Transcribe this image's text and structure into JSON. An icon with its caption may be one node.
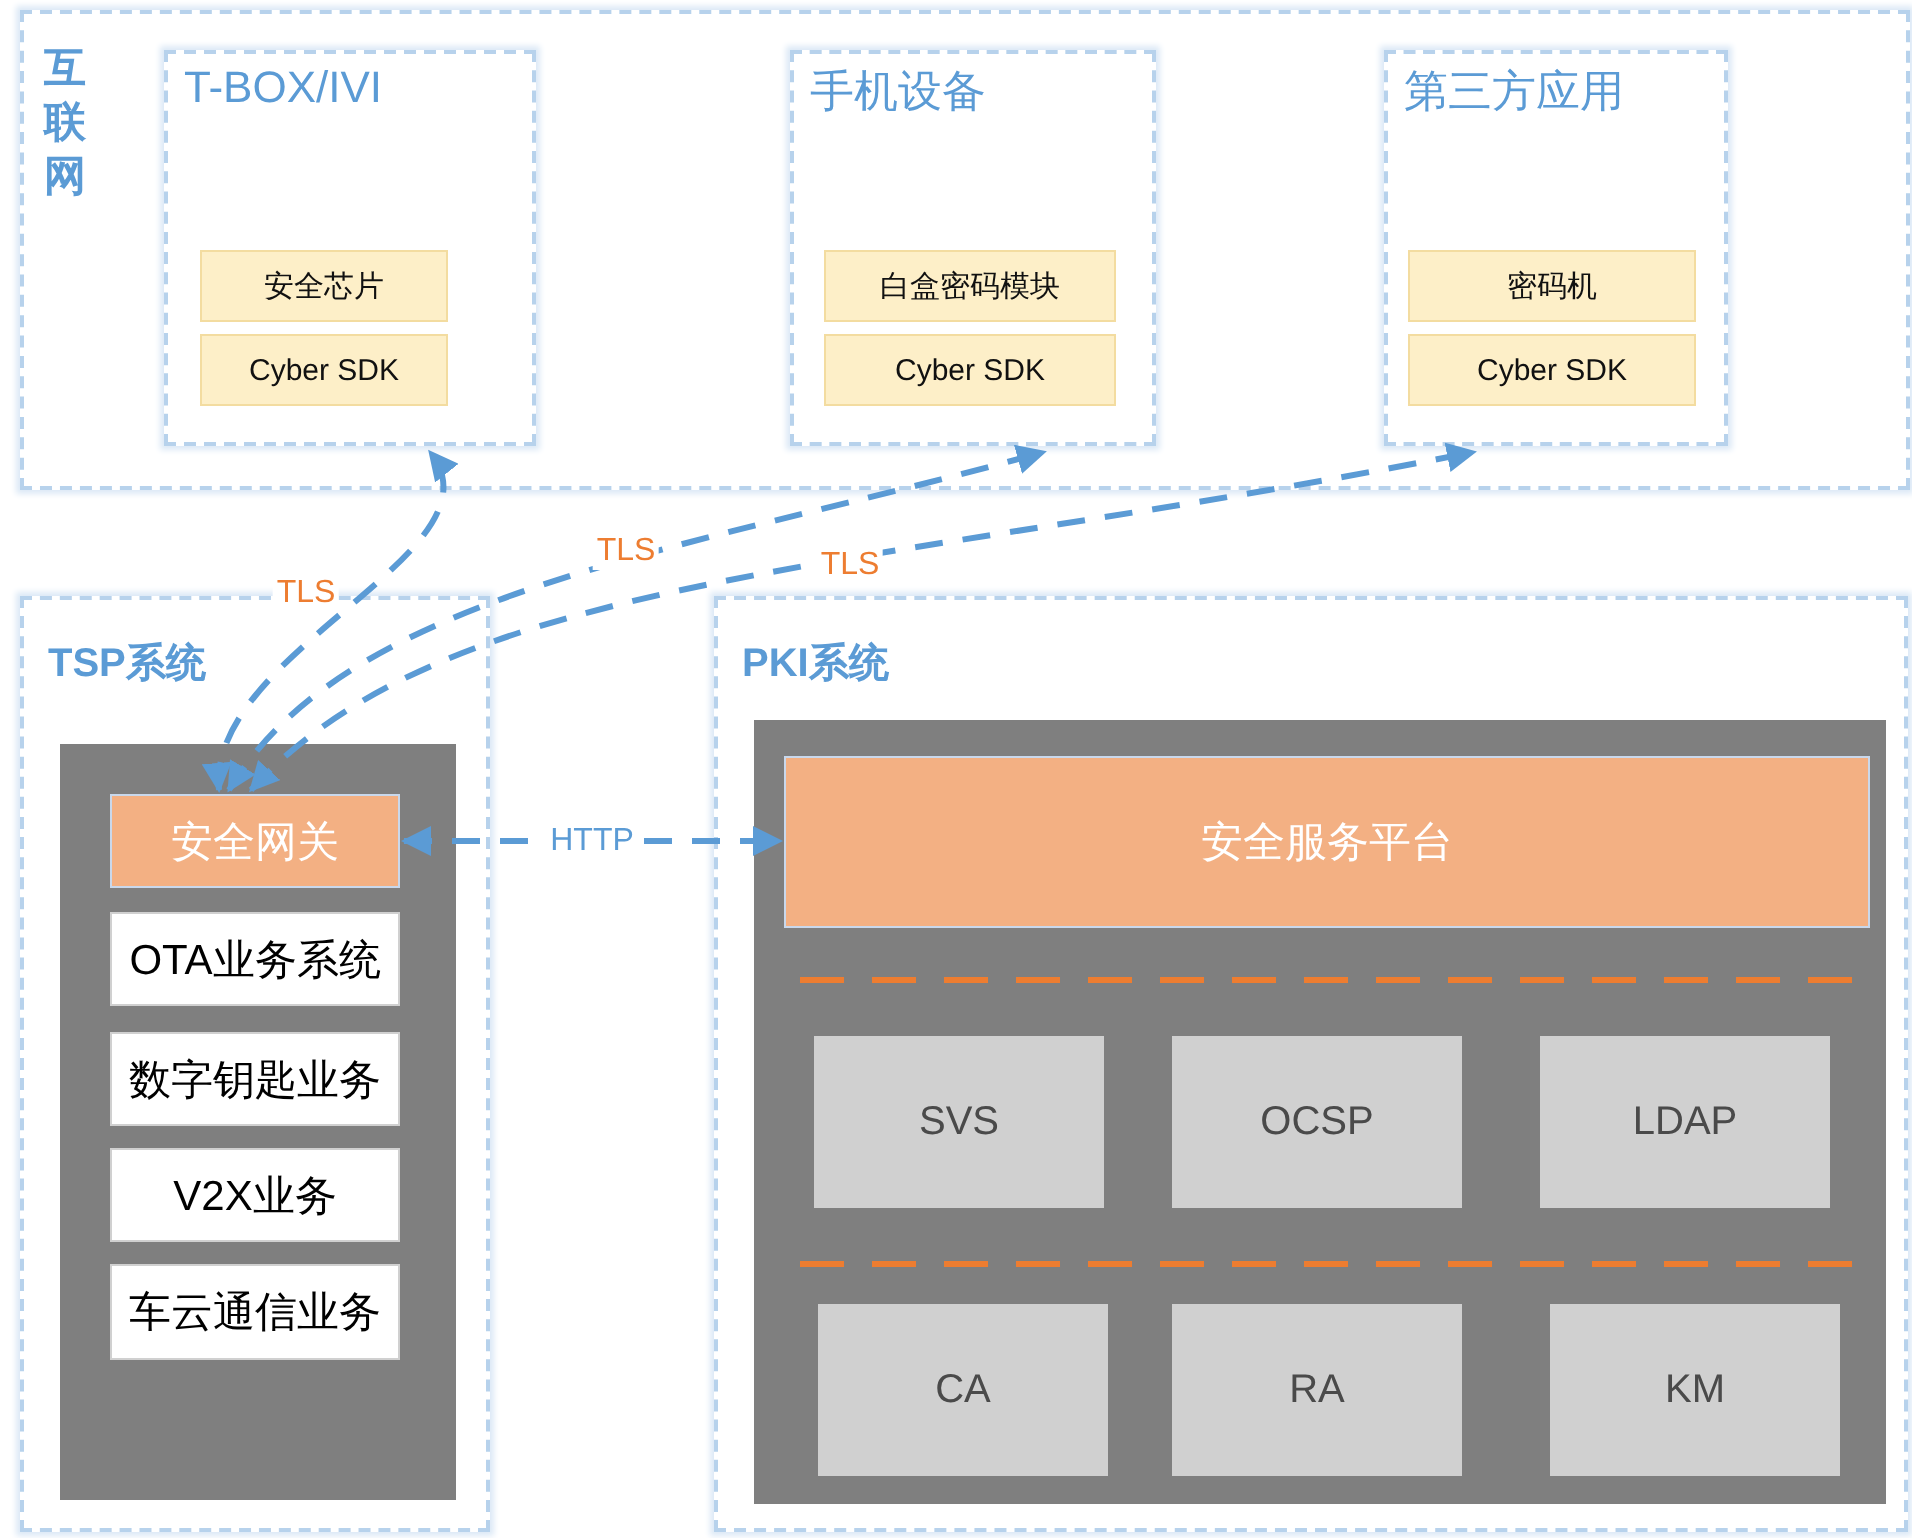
{
  "diagram": {
    "nodes": [
      {
        "text": [
          "互联网"
        ]
      },
      {
        "text": [
          "T-BOX/IVI"
        ],
        "in": 0
      },
      {
        "text": [
          "安全芯片"
        ],
        "in": 1
      },
      {
        "text": [
          "Cyber SDK"
        ],
        "in": 1
      },
      {
        "text": [
          "手机设备"
        ],
        "in": 0
      },
      {
        "text": [
          "白盒密码模块"
        ],
        "in": 4
      },
      {
        "text": [
          "Cyber SDK"
        ],
        "in": 4
      },
      {
        "text": [
          "第三方应用"
        ],
        "in": 0
      },
      {
        "text": [
          "密码机"
        ],
        "in": 7
      },
      {
        "text": [
          "Cyber SDK"
        ],
        "in": 7
      },
      {
        "text": [
          "TSP系统"
        ]
      },
      {
        "text": [],
        "shape": "box",
        "in": 10
      },
      {
        "text": [
          "安全网关"
        ],
        "in": 11
      },
      {
        "text": [
          "OTA业务系统"
        ],
        "in": 11
      },
      {
        "text": [
          "数字钥匙业务"
        ],
        "in": 11
      },
      {
        "text": [
          "V2X业务"
        ],
        "in": 11
      },
      {
        "text": [
          "车云通信业务"
        ],
        "in": 11
      },
      {
        "text": [
          "PKI系统"
        ]
      },
      {
        "text": [],
        "shape": "box",
        "in": 17
      },
      {
        "text": [
          "安全服务平台"
        ],
        "in": 18
      },
      {
        "text": [
          "SVS"
        ],
        "in": 18
      },
      {
        "text": [
          "OCSP"
        ],
        "in": 18
      },
      {
        "text": [
          "LDAP"
        ],
        "in": 18
      },
      {
        "text": [
          "CA"
        ],
        "in": 18
      },
      {
        "text": [
          "RA"
        ],
        "in": 18
      },
      {
        "text": [
          "KM"
        ],
        "in": 18
      }
    ],
    "edges": [
      {
        "from": 12,
        "to": 1,
        "arrow": "both",
        "label": "TLS",
        "style": "dashed"
      },
      {
        "from": 12,
        "to": 4,
        "arrow": "both",
        "label": "TLS",
        "style": "dashed"
      },
      {
        "from": 12,
        "to": 7,
        "arrow": "both",
        "label": "TLS",
        "style": "dashed"
      },
      {
        "from": 12,
        "to": 19,
        "arrow": "both",
        "label": "HTTP",
        "style": "dashed"
      }
    ]
  }
}
